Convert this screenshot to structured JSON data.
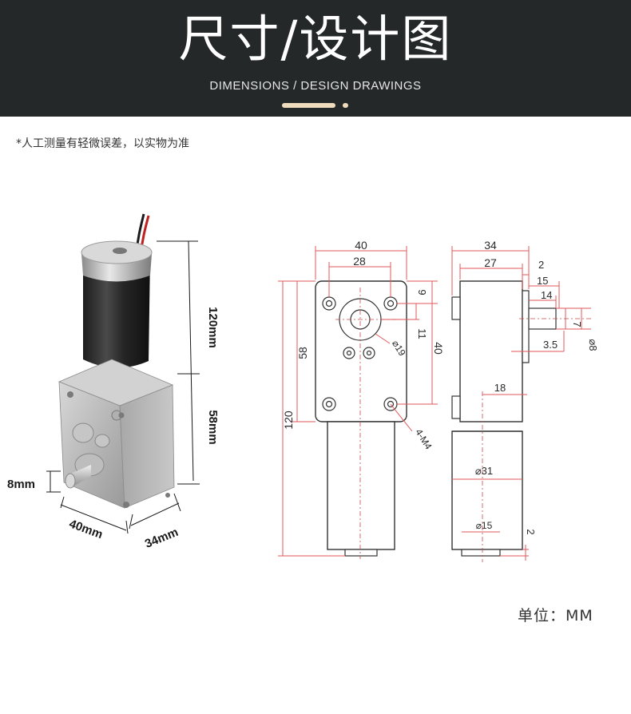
{
  "header": {
    "title": "尺寸/设计图",
    "subtitle": "DIMENSIONS / DESIGN DRAWINGS"
  },
  "note": "*人工测量有轻微误差，以实物为准",
  "unit_label": "单位：MM",
  "photo_dims": {
    "height_total": "120mm",
    "height_gearbox": "58mm",
    "shaft": "8mm",
    "width": "40mm",
    "depth": "34mm"
  },
  "front_view": {
    "width_outer": "40",
    "width_holes": "28",
    "offset_top": "9",
    "hole_spacing": "11",
    "hole_height": "40",
    "gear_diameter": "⌀19",
    "gearbox_height": "58",
    "total_height": "120",
    "screws": "4-M4"
  },
  "side_view": {
    "depth": "34",
    "body": "27",
    "flange": "2",
    "shaft_len": "15",
    "shaft_body": "14",
    "shaft_dim": "7",
    "shaft_offset": "3.5",
    "shaft_diameter": "⌀8",
    "motor_offset": "18",
    "motor_diameter": "⌀31",
    "end_diameter": "⌀15",
    "end_length": "2"
  },
  "colors": {
    "header_bg": "#242828",
    "accent": "#efdcbc",
    "drawing_red": "#e05a5a",
    "outline": "#333333"
  }
}
